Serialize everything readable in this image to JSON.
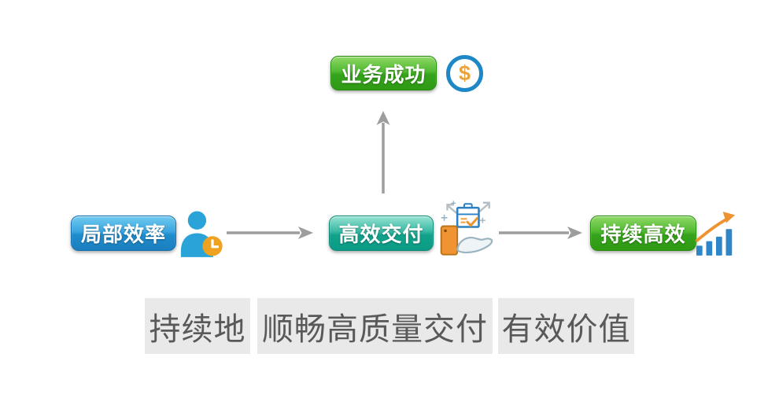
{
  "diagram": {
    "top_node": {
      "label": "业务成功"
    },
    "nodes": {
      "local_efficiency": {
        "label": "局部效率"
      },
      "efficient_delivery": {
        "label": "高效交付"
      },
      "sustained_efficiency": {
        "label": "持续高效"
      }
    },
    "icons": {
      "dollar_coin": {
        "name": "dollar-coin",
        "symbol": "$"
      },
      "person_clock": {
        "name": "person-with-clock"
      },
      "delivery_hand": {
        "name": "hand-holding-package"
      },
      "growth_chart": {
        "name": "rising-bar-chart"
      }
    }
  },
  "footer": {
    "segment_continuous": "持续地",
    "segment_delivery": "顺畅高质量交付",
    "segment_value": "有效价值"
  },
  "colors": {
    "button_blue": "#1f8ccc",
    "button_green": "#2f9a14",
    "button_teal": "#0a9c86",
    "connector_gray": "#9d9d9d",
    "accent_orange": "#ef9230",
    "icon_blue": "#29a3d8",
    "coin_ring_blue": "#1e88c7",
    "clock_badge_orange": "#efa21f",
    "bar_blue": "#2e86c8",
    "footer_bg": "#e9e9e9",
    "footer_text": "#595959"
  }
}
